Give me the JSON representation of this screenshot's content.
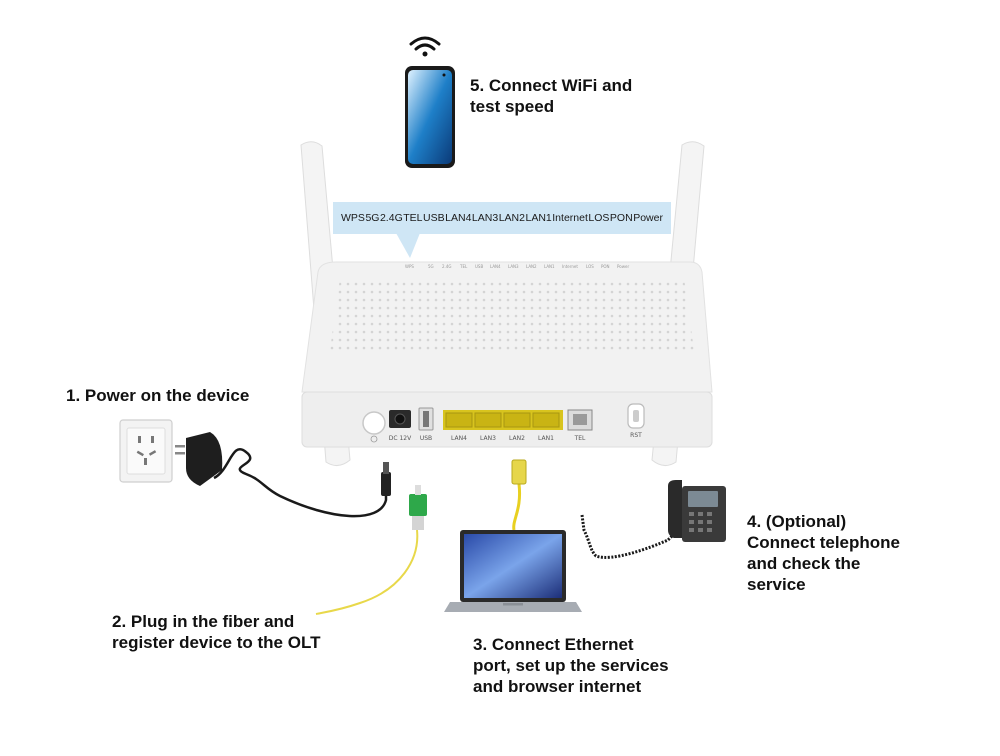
{
  "steps": {
    "power": "1. Power on the device",
    "fiber": "2. Plug in the fiber and\nregister device to the OLT",
    "ethernet": "3. Connect Ethernet\nport, set up the services\nand browser internet",
    "telephone": "4. (Optional)\nConnect telephone\nand check the\nservice",
    "wifi": "5. Connect WiFi and\ntest speed"
  },
  "led_labels": [
    "WPS",
    "5G",
    "2.4G",
    "TEL",
    "USB",
    "LAN4",
    "LAN3",
    "LAN2",
    "LAN1",
    "Internet",
    "LOS",
    "PON",
    "Power"
  ],
  "rear_ports": {
    "power_jack": "DC 12V",
    "usb": "USB",
    "lan": [
      "LAN4",
      "LAN3",
      "LAN2",
      "LAN1"
    ],
    "tel": "TEL",
    "reset": "RST"
  },
  "colors": {
    "lan_port": "#e8d020",
    "fiber_cable": "#e8d84a",
    "fiber_connector": "#2ea84a",
    "callout": "#cfe6f5",
    "router_body": "#f2f2f2"
  },
  "icons": {
    "wifi": "wifi-icon",
    "phone": "smartphone",
    "outlet": "wall-outlet",
    "adapter": "power-adapter",
    "laptop": "laptop",
    "telephone": "desk-telephone"
  }
}
